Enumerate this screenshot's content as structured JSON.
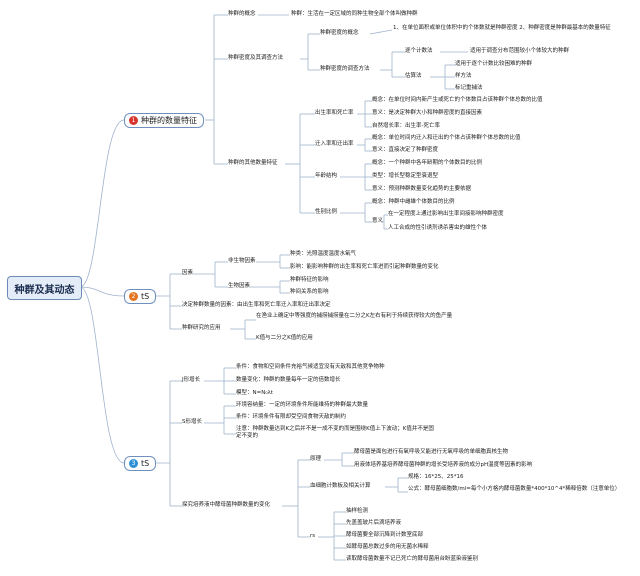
{
  "root": "种群及其动态",
  "colors": {
    "line": "#9fb3cc",
    "badge1": "#d9342b",
    "badge2": "#e4741f",
    "badge3": "#2e8fd6",
    "root_border": "#6d89b8"
  },
  "n1": {
    "badge": "1",
    "title": "种群的数量特征",
    "concept": {
      "label": "种群的概念",
      "text": "种群：生活在一定区域的同种生物全部个体叫做种群"
    },
    "density": {
      "label": "种群密度及其调查方法",
      "def": {
        "label": "种群密度的概念",
        "text": "1、在单位面积或单位体积中的个体数就是种群密度  2、种群密度是种群最基本的数量特征"
      },
      "survey": {
        "label": "种群密度的调查方法",
        "count": {
          "label": "逐个计数法",
          "text": "适用于调查分布范围较小个体较大的种群"
        },
        "estimate": {
          "label": "估算法",
          "items": [
            "适用于逐个计数比较困难的种群",
            "样方法",
            "标记重捕法"
          ]
        }
      }
    },
    "other": {
      "label": "种群的其他数量特征",
      "birth": {
        "label": "出生率和死亡率",
        "items": [
          "概念：在单位时间内新产生或死亡的个体数目占该种群个体总数的比值",
          "意义：是决定种群大小和种群密度的直接因素",
          "自然增长率：出生率-死亡率"
        ]
      },
      "migr": {
        "label": "迁入率和迁出率",
        "items": [
          "概念：单位时间内迁入和迁出的个体占该种群个体总数的比值",
          "意义：直接决定了种群密度"
        ]
      },
      "age": {
        "label": "年龄结构",
        "items": [
          "概念：一个种群中各年龄期的个体数目的比例",
          "类型：增长型稳定型衰退型",
          "意义：预测种群数量变化趋势的主要依据"
        ]
      },
      "sex": {
        "label": "性别比例",
        "concept": "概念：种群中雌雄个体数目的比例",
        "meaning": {
          "label": "意义",
          "items": [
            "在一定程度上通过影响出生率间接影响种群密度",
            "人工合成的性引诱剂诱杀害虫的雄性个体"
          ]
        }
      }
    }
  },
  "n2": {
    "badge": "2",
    "title": "tS",
    "factors": {
      "label": "因素",
      "abiotic": {
        "label": "非生物因素",
        "items": [
          "种类：光照温度温度水氧气",
          "影响：能影响种群的出生率和死亡率进而引起种群数量的变化"
        ]
      },
      "biotic": {
        "label": "生物因素",
        "items": [
          "种群特征的影响",
          "种间关系的影响"
        ]
      }
    },
    "decisive": "决定种群数量的因素：由出生率和死亡率迁入率和迁出率决定",
    "app": {
      "label": "种群研究的应用",
      "items": [
        "在渔业上确定中等强度的捕捞捕捞量在二分之K左右有利于持续获得较大的鱼产量",
        "K值与二分之K值的应用"
      ]
    }
  },
  "n3": {
    "badge": "3",
    "title": "tS",
    "j": {
      "label": "J形增长",
      "items": [
        "条件：食物和空间条件充裕气候适宜没有天敌和其他竞争物种",
        "数量变化：种群的数量每年一定的倍数增长",
        "模型：N=N₀λt"
      ]
    },
    "s": {
      "label": "S形增长",
      "items": [
        "环境容纳量：一定的环境条件所能维持的种群最大数量",
        "条件：环境条件有限却受空间食物天敌的制约",
        "注意：种群数量达到K之后并不是一成不变的而是围绕K值上下波动；K值并不是固定不变的"
      ]
    },
    "exp": {
      "label": "探究培养液中酵母菌种群数量的变化",
      "principle": {
        "label": "原理",
        "items": [
          "酵母菌是面包进行有氧呼吸又能进行无氧呼吸的单细胞真核生物",
          "用液体培养基培养酵母菌种群的增长受培养液的成分pH温度等因素的影响"
        ]
      },
      "count": {
        "label": "血细胞计数板及相关计算",
        "items": [
          "规格：16*25、25*16",
          "公式：酵母菌细胞数/ml=每个小方格内酵母菌数量*400*10^4*稀释倍数（注意单位）"
        ]
      },
      "steps": {
        "label": "rs",
        "items": [
          "抽样检测",
          "先盖盖玻片后滴培养液",
          "酵母菌要全部沉降到计数室底部",
          "如酵母菌总数过多的用无菌水稀释",
          "读取酵母菌数量不记已死亡的酵母菌用台盼蓝染液鉴别"
        ]
      }
    }
  }
}
